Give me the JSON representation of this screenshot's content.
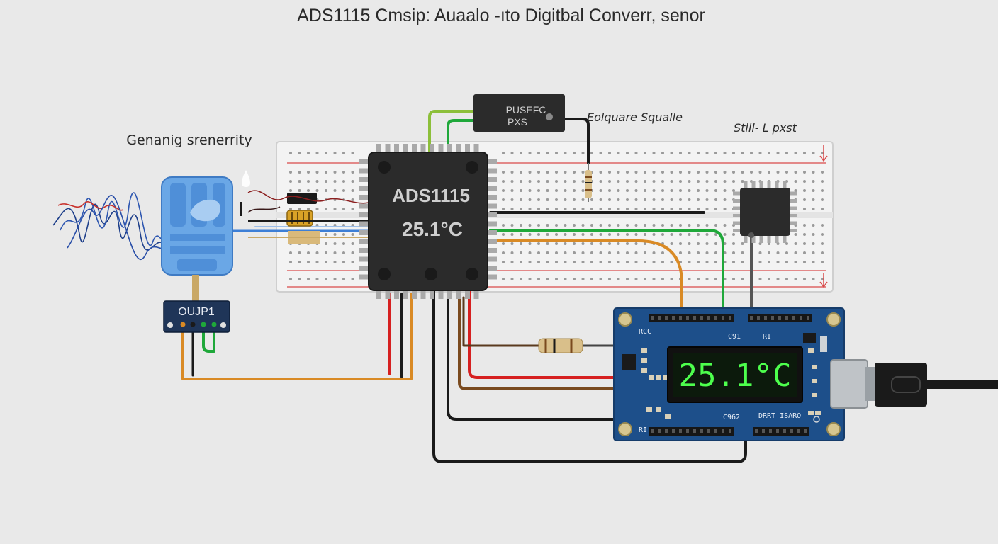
{
  "title": "ADS1115 Cmsip: Auaalo -ıto Digitbal Converr, senor",
  "labels": {
    "sensor_area": "Genanig srenerrity",
    "top_chip_annotation": "Eolquare Squalle",
    "right_annotation": "Still- L pxst"
  },
  "chips": {
    "main_chip": {
      "line1": "ADS1115",
      "line2": "25.1°C"
    },
    "top_chip": {
      "line1": "PUSEFC",
      "line2": "PXS"
    }
  },
  "modules": {
    "output_module": "OUJP1"
  },
  "display": {
    "reading": "25.1°C"
  },
  "board_silkscreen": {
    "top_left": "RCC",
    "top_mid": "C91",
    "top_right": "RI",
    "bottom_mid": "C962",
    "bottom_right": "DRRT ISARO",
    "bottom_left": "RI"
  },
  "colors": {
    "background": "#e9e9e9",
    "board": "#1d4f8a",
    "chip": "#2b2b2b",
    "lcd_text": "#4dff4d",
    "wire_red": "#d62020",
    "wire_green": "#1fa83a",
    "wire_orange": "#d98a25",
    "wire_black": "#1a1a1a",
    "sensor_blue": "#5b9de0"
  }
}
